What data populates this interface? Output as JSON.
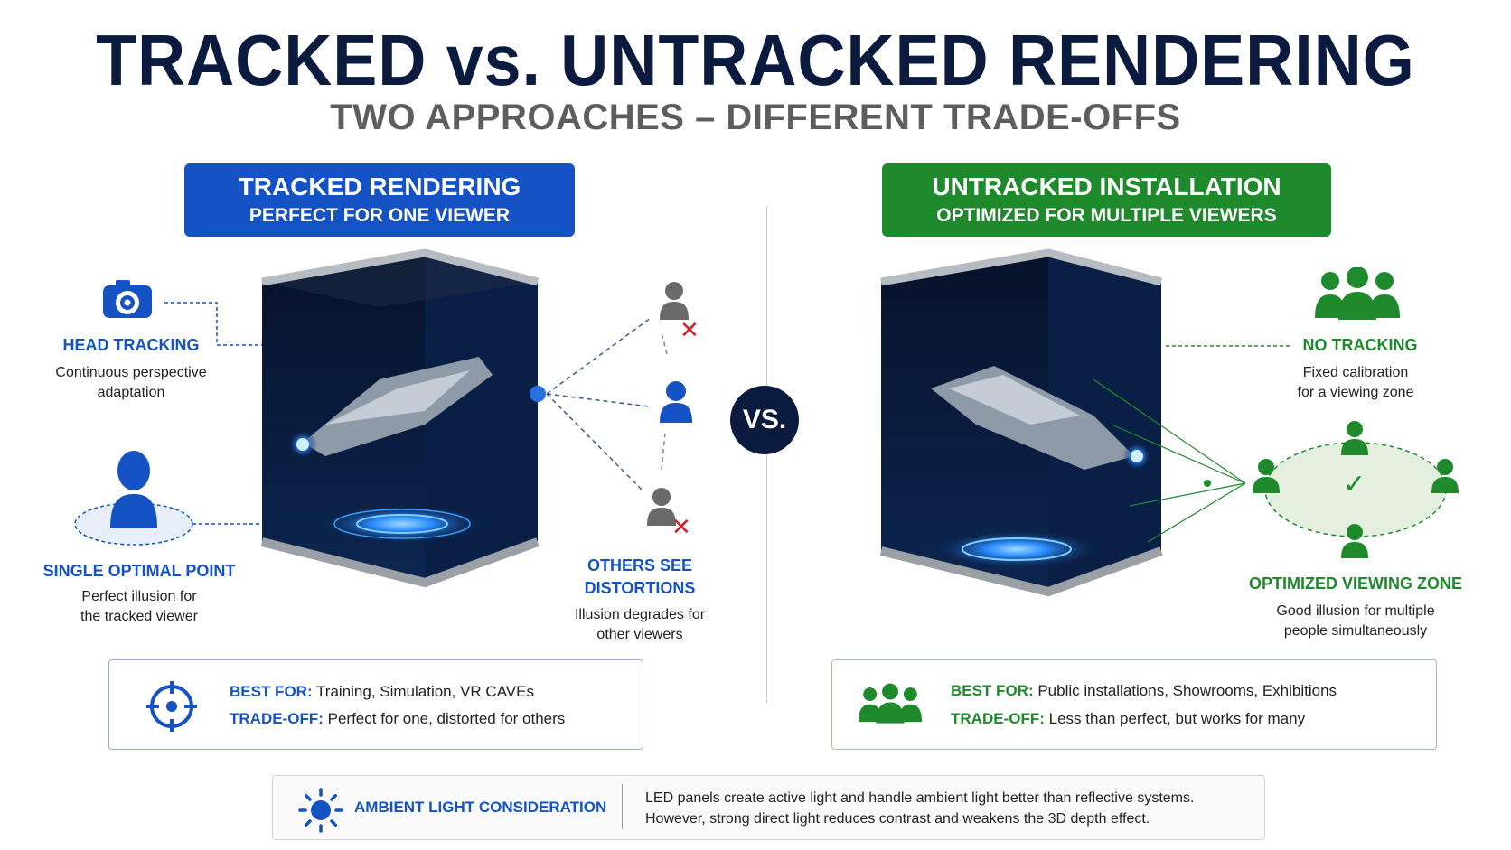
{
  "header": {
    "title": "TRACKED vs. UNTRACKED RENDERING",
    "subtitle": "TWO APPROACHES – DIFFERENT TRADE-OFFS"
  },
  "left": {
    "banner_line1": "TRACKED RENDERING",
    "banner_line2": "PERFECT FOR ONE VIEWER",
    "head_tracking_title": "HEAD TRACKING",
    "head_tracking_desc1": "Continuous perspective",
    "head_tracking_desc2": "adaptation",
    "single_point_title": "SINGLE OPTIMAL POINT",
    "single_point_desc1": "Perfect illusion for",
    "single_point_desc2": "the tracked viewer",
    "others_title1": "OTHERS SEE",
    "others_title2": "DISTORTIONS",
    "others_desc1": "Illusion degrades for",
    "others_desc2": "other viewers",
    "best_for_key": "BEST FOR:",
    "best_for_value": "Training, Simulation, VR CAVEs",
    "tradeoff_key": "TRADE-OFF:",
    "tradeoff_value": "Perfect for one, distorted for others"
  },
  "vs_label": "VS.",
  "right": {
    "banner_line1": "UNTRACKED INSTALLATION",
    "banner_line2": "OPTIMIZED FOR MULTIPLE VIEWERS",
    "no_tracking_title": "NO TRACKING",
    "no_tracking_desc1": "Fixed calibration",
    "no_tracking_desc2": "for a viewing zone",
    "zone_title": "OPTIMIZED VIEWING ZONE",
    "zone_desc1": "Good illusion for multiple",
    "zone_desc2": "people simultaneously",
    "best_for_key": "BEST FOR:",
    "best_for_value": "Public installations, Showrooms, Exhibitions",
    "tradeoff_key": "TRADE-OFF:",
    "tradeoff_value": "Less than perfect, but works for many"
  },
  "ambient": {
    "title": "AMBIENT LIGHT CONSIDERATION",
    "line1": "LED panels create active light and handle ambient light better than reflective systems.",
    "line2": "However, strong direct light reduces contrast and weakens the 3D depth effect."
  },
  "icons": {
    "camera": "camera-icon",
    "person": "person-icon",
    "group": "group-icon",
    "crosshair": "crosshair-icon",
    "sun": "sun-icon",
    "check": "check-icon",
    "cross": "cross-icon"
  },
  "colors": {
    "blue": "#1552c4",
    "green": "#1e8a2c",
    "navy": "#0b1b3f",
    "red": "#d0202a"
  }
}
